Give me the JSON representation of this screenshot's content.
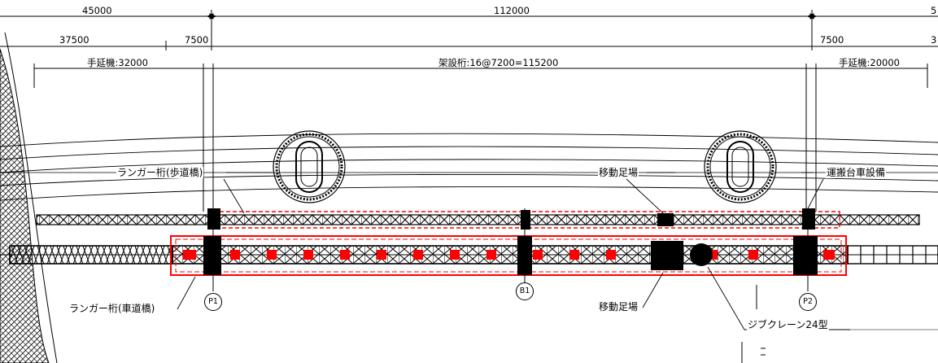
{
  "dimensions": {
    "top_left": "45000",
    "top_center": "112000",
    "top_right_cut": "5",
    "second_left": "37500",
    "second_left_b": "7500",
    "second_right_a": "7500",
    "second_right_cut": "3",
    "third_left": "手延機:32000",
    "third_center": "架設桁:16@7200=115200",
    "third_right": "手延機:20000"
  },
  "labels": {
    "langer_footbridge": "ランガー桁(歩道橋)",
    "moving_scaffold_top": "移動足場",
    "carrier_equipment": "運搬台車設備",
    "langer_roadbridge": "ランガー桁(車道橋)",
    "moving_scaffold_bottom": "移動足場",
    "jib_crane": "ジブクレーン24型"
  },
  "piers": {
    "p1": "P1",
    "b1": "B1",
    "p2": "P2"
  },
  "colors": {
    "line": "#000000",
    "highlight": "#ff0000"
  }
}
